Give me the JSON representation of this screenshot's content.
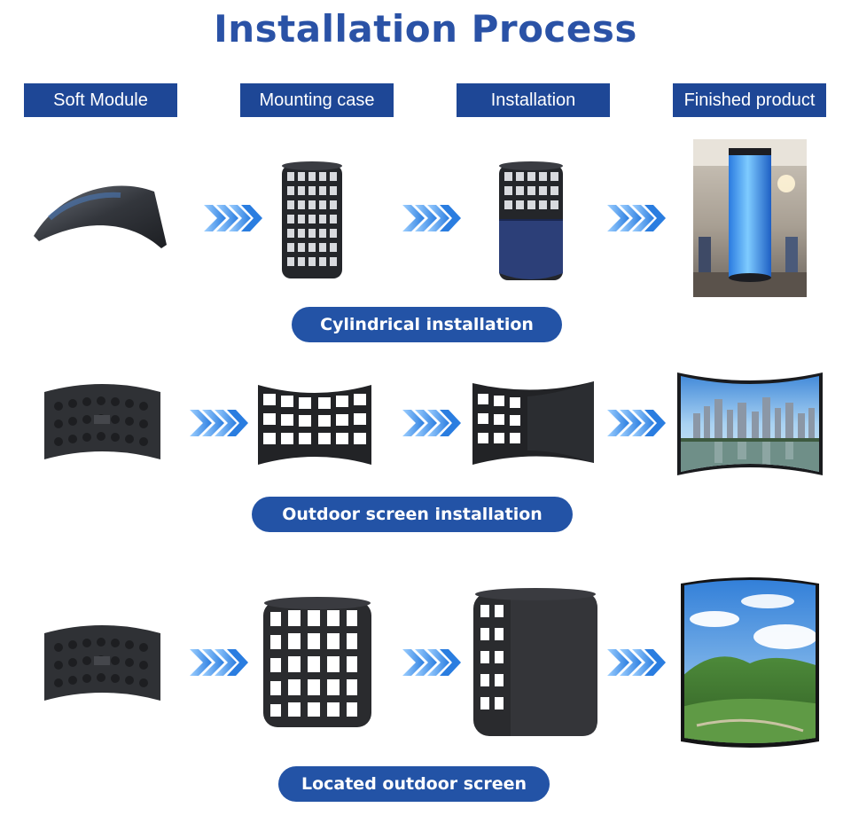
{
  "title": "Installation Process",
  "columns": [
    "Soft Module",
    "Mounting case",
    "Installation",
    "Finished product"
  ],
  "rows": [
    {
      "label": "Cylindrical installation"
    },
    {
      "label": "Outdoor screen installation"
    },
    {
      "label": "Located outdoor screen"
    }
  ],
  "colors": {
    "title": "#2a52a6",
    "header_bg": "#1e4796",
    "pill_bg": "#2353a6",
    "arrow": "#3a8ee6",
    "panel": "#2a2c30"
  }
}
